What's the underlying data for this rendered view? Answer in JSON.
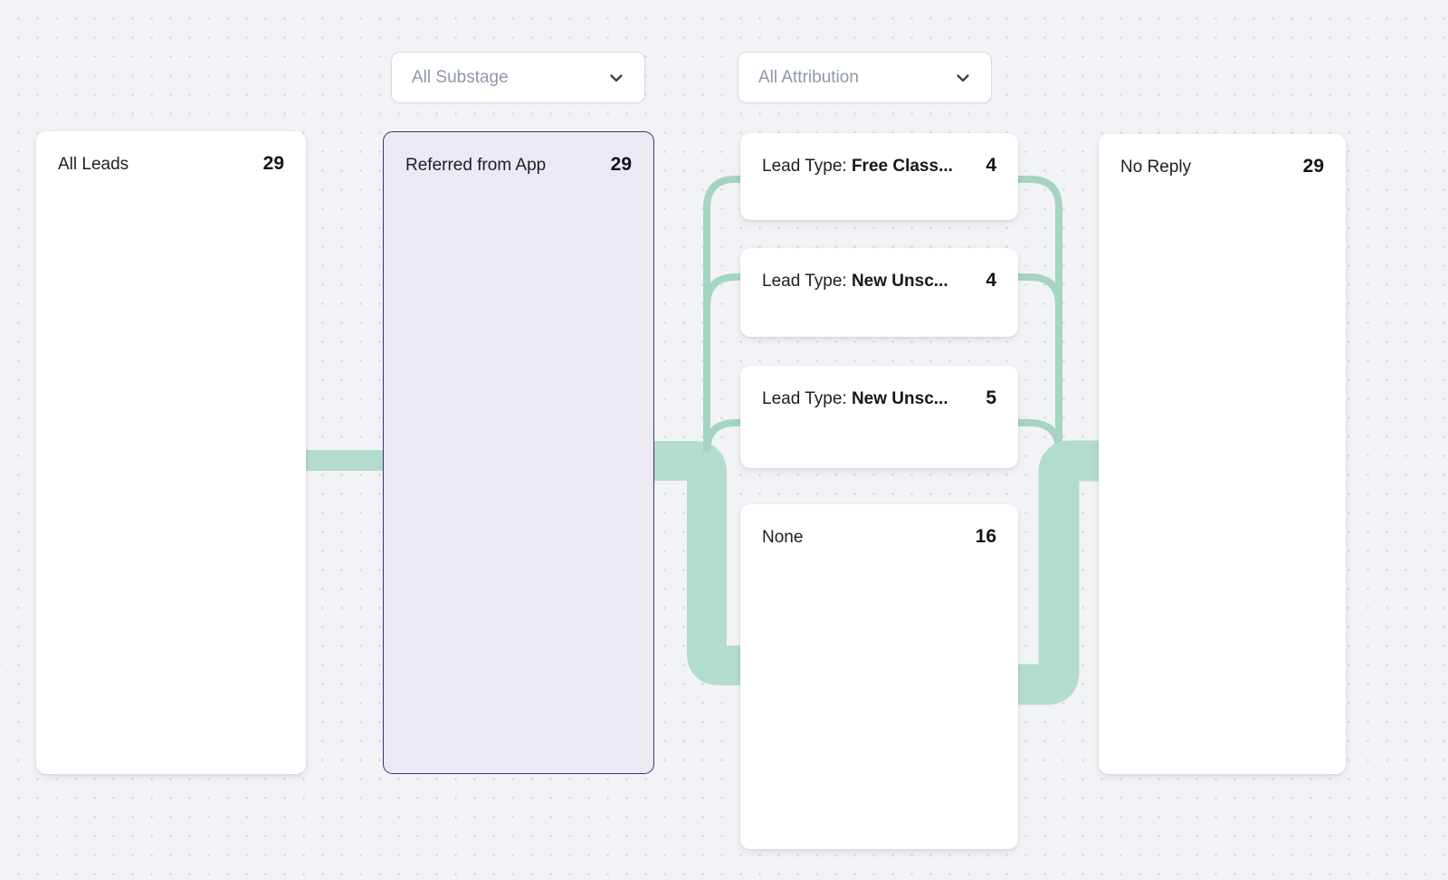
{
  "filters": {
    "substage": {
      "label": "All Substage"
    },
    "attribution": {
      "label": "All Attribution"
    }
  },
  "funnel": {
    "all_leads": {
      "title": "All Leads",
      "count": "29"
    },
    "referred": {
      "title": "Referred from App",
      "count": "29"
    },
    "breakdown": [
      {
        "prefix": "Lead Type: ",
        "bold": "Free Class...",
        "count": "4"
      },
      {
        "prefix": "Lead Type: ",
        "bold": "New Unsc...",
        "count": "4"
      },
      {
        "prefix": "Lead Type: ",
        "bold": "New Unsc...",
        "count": "5"
      },
      {
        "prefix": "None",
        "bold": "",
        "count": "16"
      }
    ],
    "no_reply": {
      "title": "No Reply",
      "count": "29"
    }
  },
  "colors": {
    "link_thick": "#b4dcce",
    "link_thin": "#a6d4c3",
    "selected_card_bg": "#ece9f3",
    "selected_card_border": "#3e3170",
    "canvas_background": "#f2f3f6",
    "chevron": "#3a4149"
  },
  "icons": {
    "dropdown_chevron": "chevron-down-icon"
  }
}
